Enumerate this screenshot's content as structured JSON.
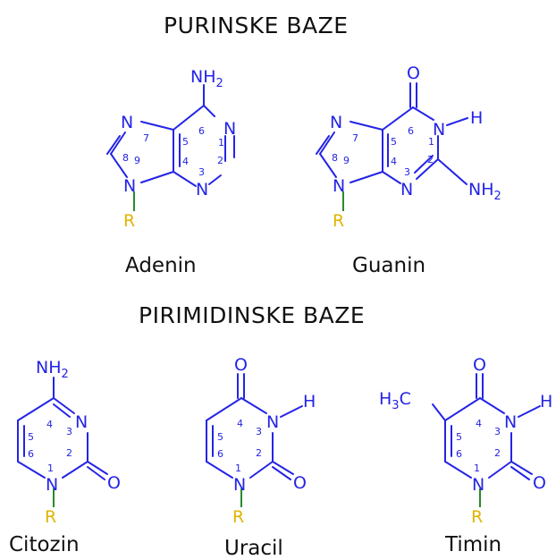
{
  "headings": {
    "purines": "PURINSKE BAZE",
    "pyrimidines": "PIRIMIDINSKE BAZE"
  },
  "molecules": {
    "adenine": {
      "name": "Adenin",
      "substituent": "NH",
      "substituent_sub": "2"
    },
    "guanine": {
      "name": "Guanin",
      "oxygen": "O",
      "nh": "N",
      "h": "H",
      "amino": "NH",
      "amino_sub": "2"
    },
    "cytosine": {
      "name": "Citozin",
      "substituent": "NH",
      "substituent_sub": "2",
      "oxygen": "O"
    },
    "uracil": {
      "name": "Uracil",
      "oxygen": "O",
      "nh": "N",
      "h": "H"
    },
    "thymine": {
      "name": "Timin",
      "oxygen": "O",
      "nh": "N",
      "h": "H",
      "methyl": "H",
      "methyl_sub": "3",
      "methyl_c": "C"
    }
  },
  "atoms": {
    "nitrogen": "N",
    "oxygen": "O",
    "r_group": "R"
  },
  "ring_numbers": {
    "purine": [
      "1",
      "2",
      "3",
      "4",
      "5",
      "6",
      "7",
      "8",
      "9"
    ],
    "pyrimidine": [
      "1",
      "2",
      "3",
      "4",
      "5",
      "6"
    ]
  },
  "colors": {
    "atom": "#2424e6",
    "r_group": "#e0b400",
    "r_bond": "#2a8a2a",
    "text": "#111111"
  }
}
